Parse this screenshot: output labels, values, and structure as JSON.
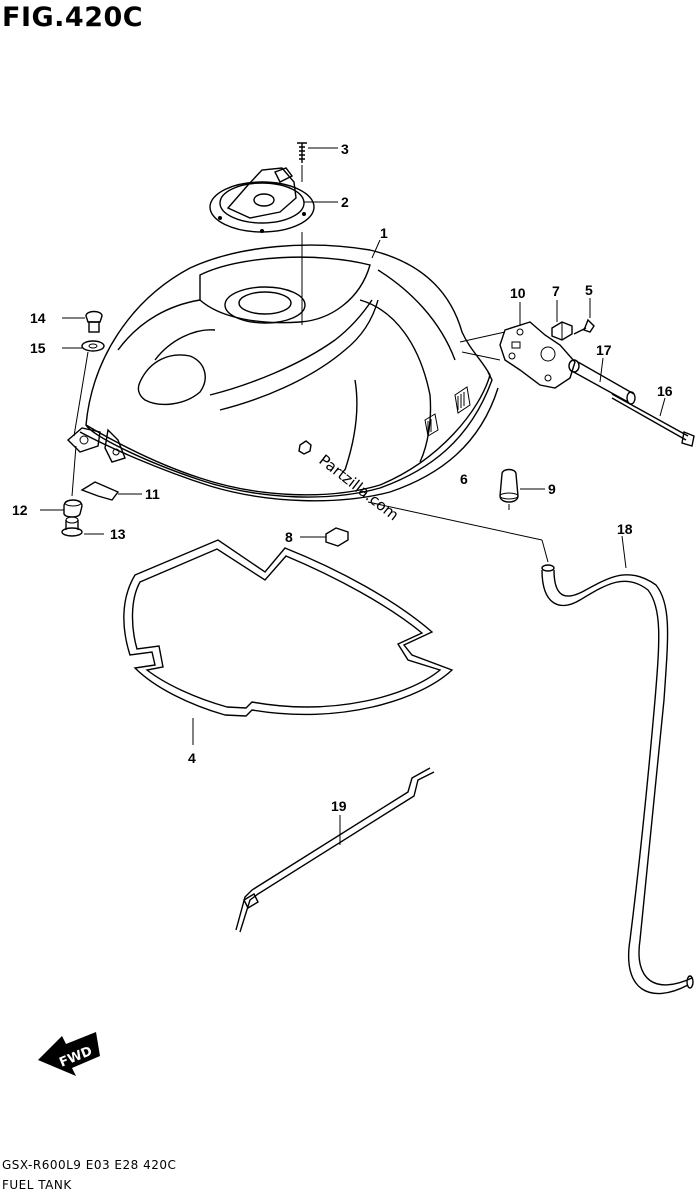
{
  "figure": {
    "title": "FIG.420C",
    "footer_model": "GSX-R600L9  E03  E28  420C",
    "footer_name": "FUEL TANK",
    "watermark": "Partzilla.com",
    "fwd_label": "FWD"
  },
  "callouts": [
    "1",
    "2",
    "3",
    "4",
    "5",
    "6",
    "7",
    "8",
    "9",
    "10",
    "11",
    "12",
    "13",
    "14",
    "15",
    "16",
    "17",
    "18",
    "19"
  ]
}
